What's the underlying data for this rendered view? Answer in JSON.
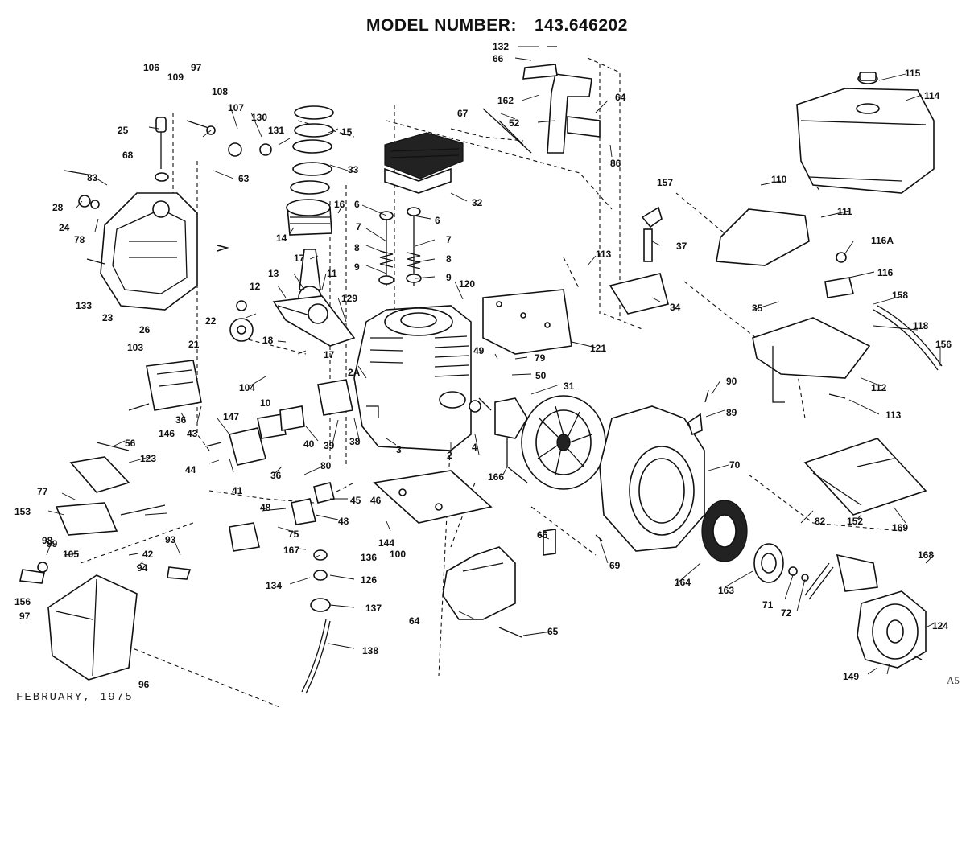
{
  "header": {
    "model_label": "MODEL NUMBER:",
    "model_number": "143.646202"
  },
  "footer": {
    "date": "FEBRUARY, 1975",
    "sheet_mark": "A5"
  },
  "callouts": [
    "132",
    "66",
    "162",
    "64",
    "52",
    "67",
    "86",
    "115",
    "114",
    "106",
    "109",
    "97",
    "108",
    "107",
    "130",
    "131",
    "15",
    "25",
    "68",
    "63",
    "33",
    "32",
    "157",
    "110",
    "111",
    "83",
    "28",
    "24",
    "78",
    "16",
    "6",
    "6",
    "7",
    "7",
    "8",
    "8",
    "9",
    "9",
    "120",
    "37",
    "116A",
    "116",
    "113",
    "14",
    "17",
    "13",
    "11",
    "12",
    "133",
    "23",
    "129",
    "22",
    "26",
    "21",
    "18",
    "17",
    "103",
    "104",
    "10",
    "2A",
    "49",
    "79",
    "50",
    "121",
    "35",
    "34",
    "158",
    "118",
    "156",
    "31",
    "112",
    "113",
    "36",
    "146",
    "43",
    "147",
    "40",
    "39",
    "38",
    "3",
    "2",
    "4",
    "166",
    "90",
    "89",
    "70",
    "56",
    "123",
    "44",
    "41",
    "36",
    "80",
    "45",
    "48",
    "48",
    "75",
    "46",
    "77",
    "153",
    "99",
    "105",
    "98",
    "42",
    "94",
    "93",
    "167",
    "144",
    "136",
    "100",
    "134",
    "126",
    "137",
    "138",
    "156",
    "97",
    "96",
    "82",
    "152",
    "169",
    "69",
    "66",
    "164",
    "163",
    "71",
    "72",
    "168",
    "124",
    "149",
    "64",
    "65"
  ]
}
